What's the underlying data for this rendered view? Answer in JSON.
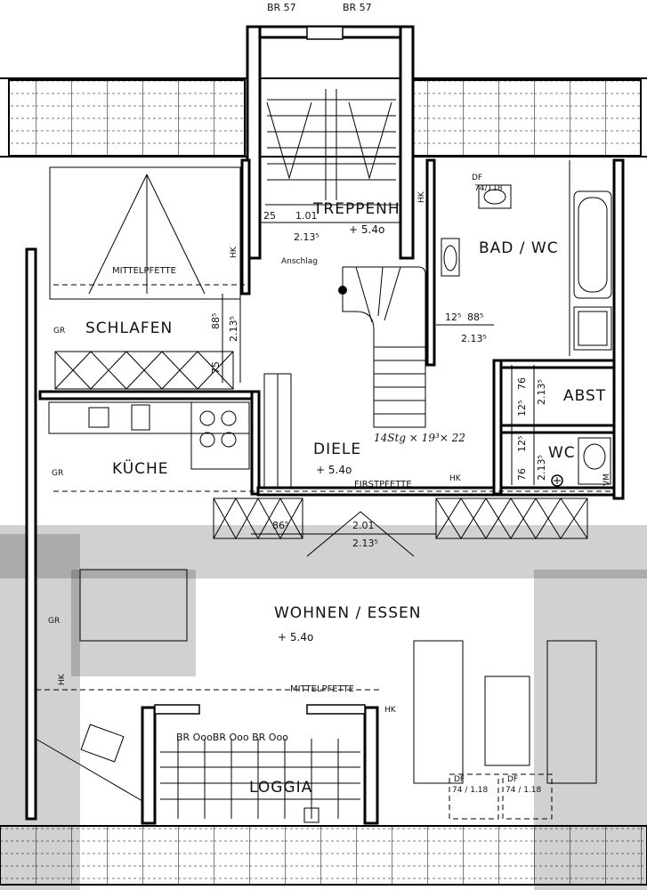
{
  "rooms": {
    "treppenhaus": "TREPPENH",
    "bad_wc": "BAD / WC",
    "schlafen": "SCHLAFEN",
    "abst": "ABST",
    "kueche": "KÜCHE",
    "diele": "DIELE",
    "wc": "WC",
    "wohnen_essen": "WOHNEN / ESSEN",
    "loggia": "LOGGIA"
  },
  "levels": {
    "treppenhaus": "+ 5.4o",
    "diele": "+ 5.4o",
    "wohnen_essen": "+ 5.4o"
  },
  "labels": {
    "br_top_left": "BR 57",
    "br_top_right": "BR 57",
    "mittelpfette_top": "MITTELPFETTE",
    "mittelpfette_bottom": "MITTELPFETTE",
    "firstpfette": "FIRSTPFETTE",
    "anschlag": "Anschlag",
    "stairs_note": "14Stg × 19³× 22",
    "br_loggia": "BR OooBR Ooo BR Ooo",
    "df_bad": "DF",
    "df_bad_size": "74/118",
    "df_left": "DF",
    "df_left_size": "74 / 1.18",
    "df_right": "DF",
    "df_right_size": "74 / 1.18",
    "hk_1": "HK",
    "hk_2": "HK",
    "hk_3": "HK",
    "hk_4": "HK",
    "hk_5": "HK",
    "gr_1": "GR",
    "gr_2": "GR",
    "gr_3": "GR",
    "vm": "VM"
  },
  "dimensions": {
    "d_25": "25",
    "d_101": "1.01",
    "d_213_stair": "2.13⁵",
    "d_885_sch": "88⁵",
    "d_2135_sch": "2.13⁵",
    "d_75": "75",
    "d_125_bad": "12⁵",
    "d_885_bad": "88⁵",
    "d_2135_bad": "2.13⁵",
    "d_76_abst": "76",
    "d_125_abst": "12⁵",
    "d_2135_abst": "2.13⁵",
    "d_125_wc": "12⁵",
    "d_76_wc": "76",
    "d_2135_wc": "2.13⁵",
    "d_865": "86⁵",
    "d_201": "2.01",
    "d_2135_diele": "2.13⁵"
  }
}
